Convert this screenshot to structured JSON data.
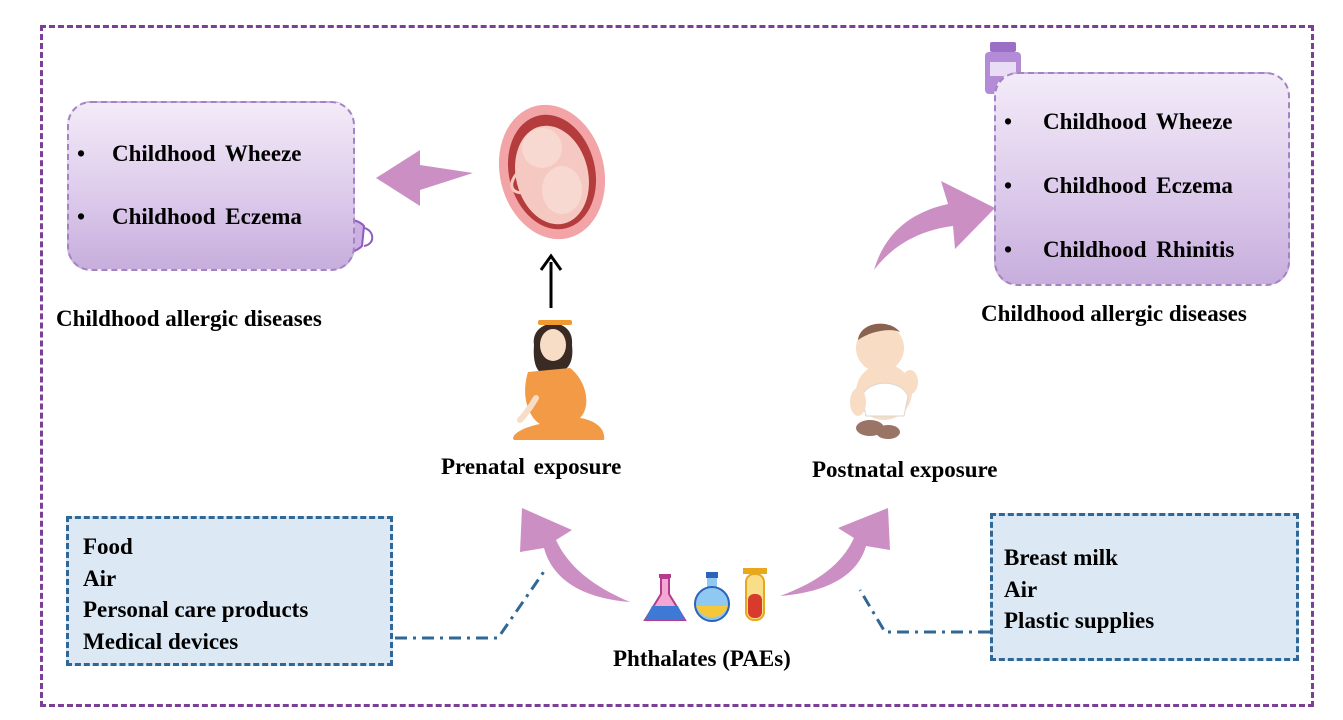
{
  "prenatal_outcomes": {
    "items": [
      "Childhood  Wheeze",
      "Childhood Eczema"
    ],
    "caption": "Childhood allergic diseases"
  },
  "postnatal_outcomes": {
    "items": [
      "Childhood  Wheeze",
      "Childhood  Eczema",
      "Childhood  Rhinitis"
    ],
    "caption": "Childhood allergic diseases"
  },
  "prenatal": {
    "label": "Prenatal  exposure"
  },
  "postnatal": {
    "label": "Postnatal exposure"
  },
  "prenatal_sources": [
    "Food",
    "Air",
    "Personal care products",
    "Medical devices"
  ],
  "postnatal_sources": [
    "Breast milk",
    "Air",
    "Plastic supplies"
  ],
  "center": {
    "label": "Phthalates (PAEs)"
  },
  "icons": [
    "fetus-icon",
    "pregnant-woman-icon",
    "baby-icon",
    "medicine-bottle-icon",
    "face-mask-icon",
    "flask-icon",
    "round-flask-icon",
    "test-tube-icon"
  ],
  "colors": {
    "frame": "#7b3f98",
    "outcome_box_border": "#a483c2",
    "outcome_box_fill": "#ddcbeb",
    "arrow": "#cc8fc4",
    "source_box_border": "#2f6796",
    "source_box_fill": "#dce9f5"
  }
}
